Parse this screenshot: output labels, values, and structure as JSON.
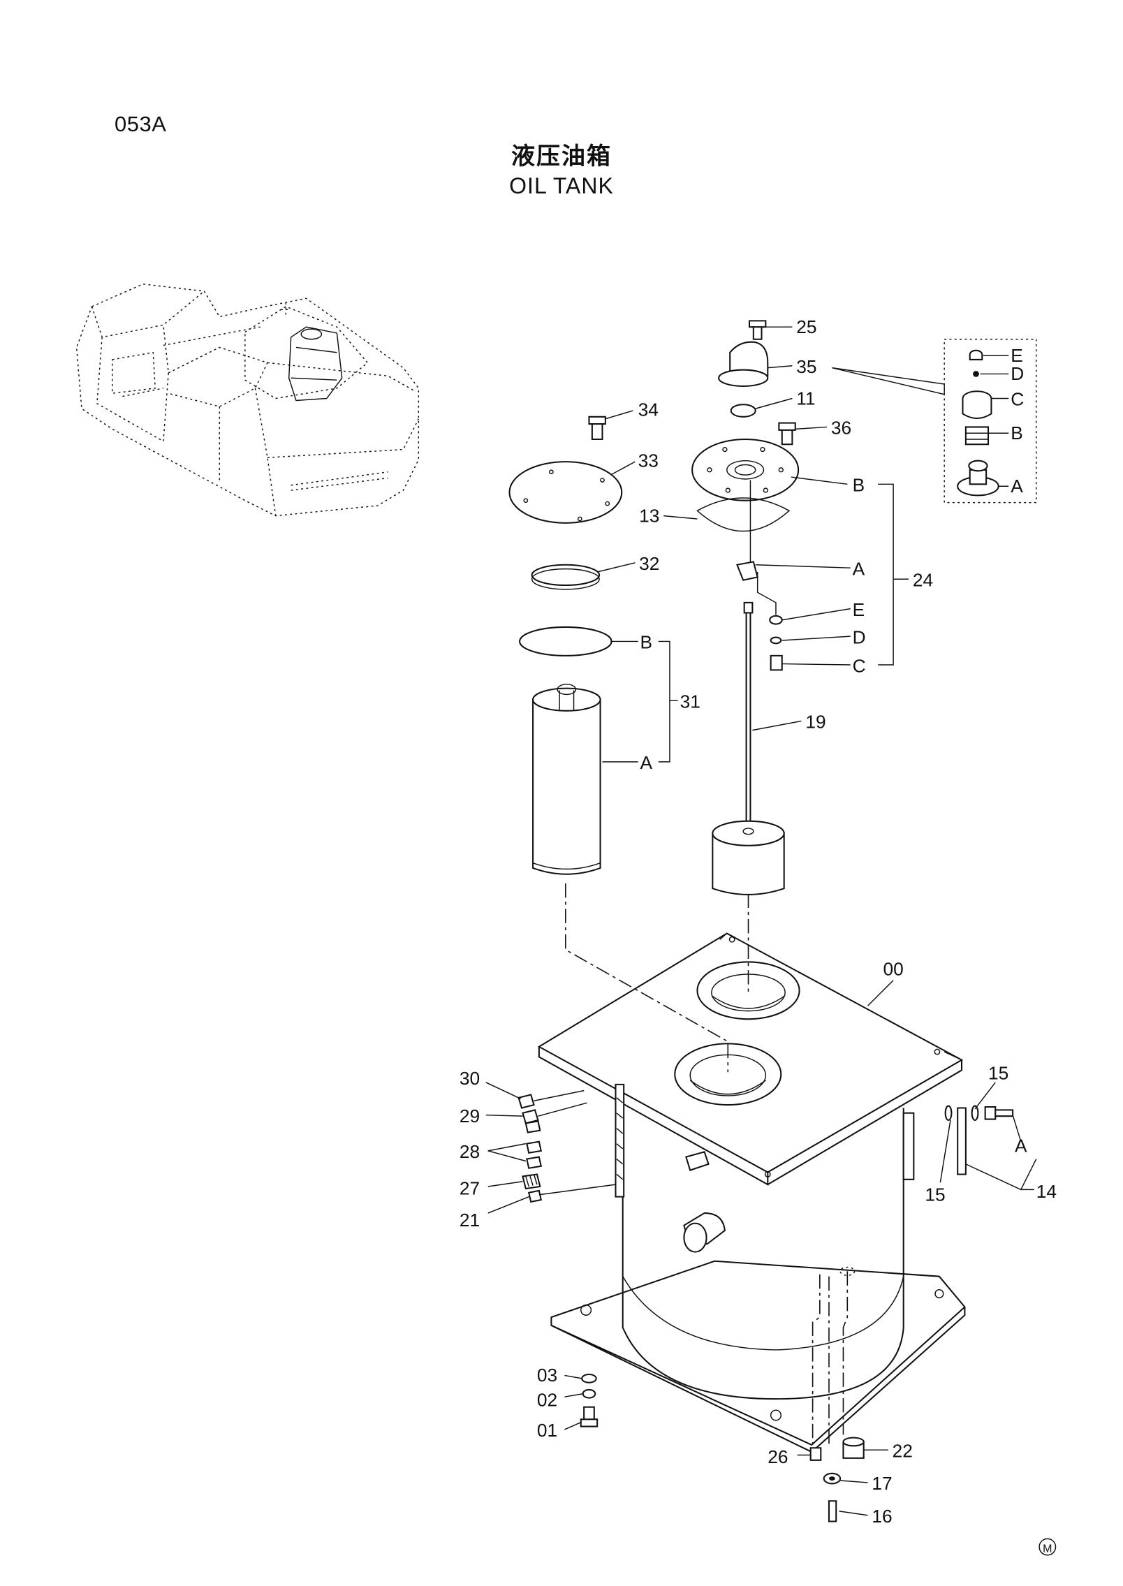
{
  "header": {
    "page_code": "053A",
    "title_cn": "液压油箱",
    "title_en": "OIL TANK"
  },
  "callouts": [
    {
      "id": "c25",
      "text": "25"
    },
    {
      "id": "c35",
      "text": "35"
    },
    {
      "id": "c11",
      "text": "11"
    },
    {
      "id": "c34",
      "text": "34"
    },
    {
      "id": "c36",
      "text": "36"
    },
    {
      "id": "c33",
      "text": "33"
    },
    {
      "id": "c13",
      "text": "13"
    },
    {
      "id": "cB24",
      "text": "B"
    },
    {
      "id": "c32",
      "text": "32"
    },
    {
      "id": "cA24",
      "text": "A"
    },
    {
      "id": "c24",
      "text": "24"
    },
    {
      "id": "cE24",
      "text": "E"
    },
    {
      "id": "cB31",
      "text": "B"
    },
    {
      "id": "cD24",
      "text": "D"
    },
    {
      "id": "c31",
      "text": "31"
    },
    {
      "id": "cC24",
      "text": "C"
    },
    {
      "id": "c19",
      "text": "19"
    },
    {
      "id": "cA31",
      "text": "A"
    },
    {
      "id": "c00",
      "text": "00"
    },
    {
      "id": "c30",
      "text": "30"
    },
    {
      "id": "c15a",
      "text": "15"
    },
    {
      "id": "c29",
      "text": "29"
    },
    {
      "id": "cA14",
      "text": "A"
    },
    {
      "id": "c28",
      "text": "28"
    },
    {
      "id": "c15b",
      "text": "15"
    },
    {
      "id": "c14",
      "text": "14"
    },
    {
      "id": "c27",
      "text": "27"
    },
    {
      "id": "c21",
      "text": "21"
    },
    {
      "id": "c03",
      "text": "03"
    },
    {
      "id": "c02",
      "text": "02"
    },
    {
      "id": "c01",
      "text": "01"
    },
    {
      "id": "c22",
      "text": "22"
    },
    {
      "id": "c26",
      "text": "26"
    },
    {
      "id": "c17",
      "text": "17"
    },
    {
      "id": "c16",
      "text": "16"
    }
  ],
  "detail_box": {
    "labels": [
      "E",
      "D",
      "C",
      "B",
      "A"
    ]
  },
  "footer": {
    "mark": "M"
  }
}
